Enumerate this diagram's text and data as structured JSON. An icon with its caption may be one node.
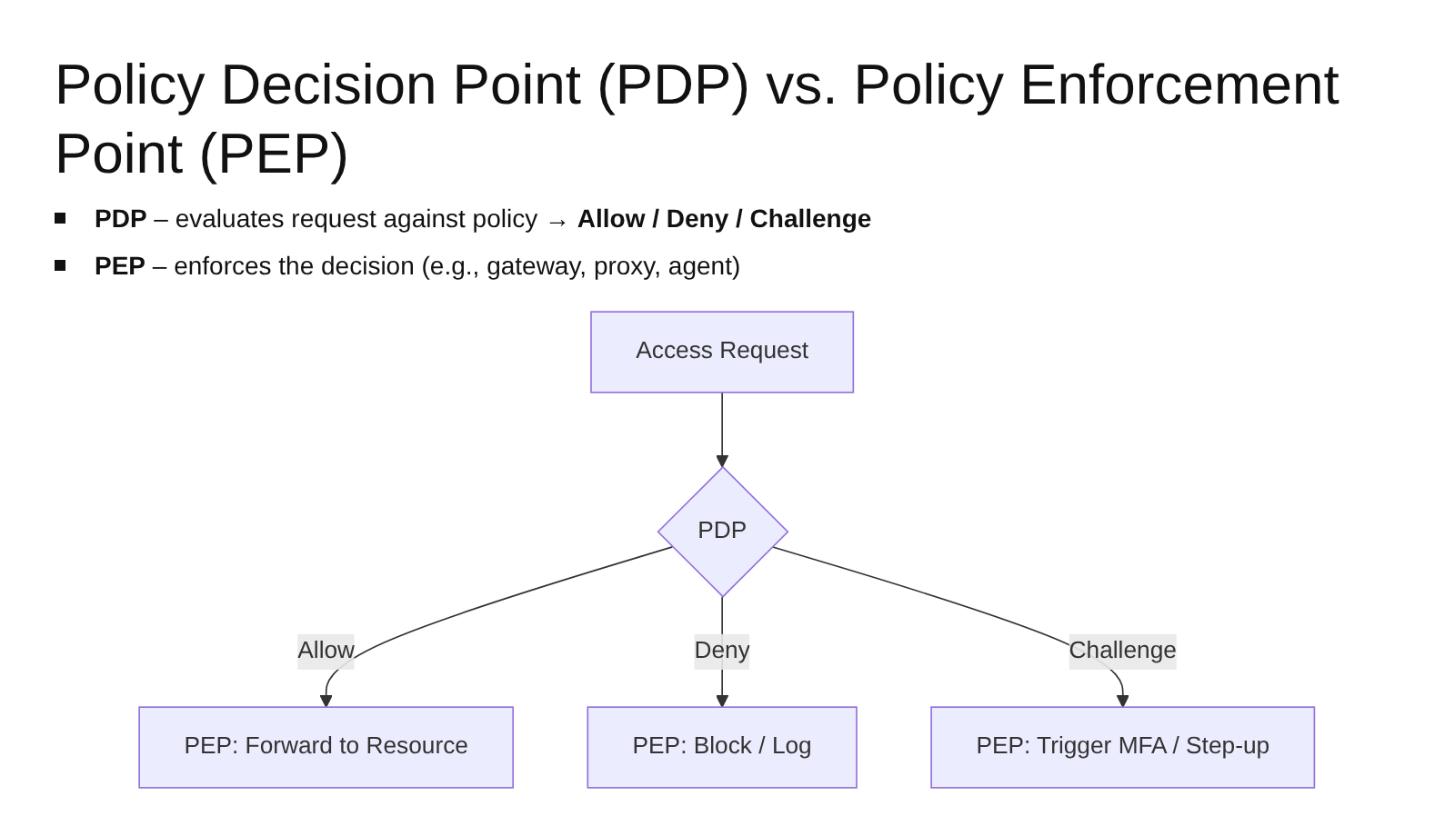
{
  "diagram": {
    "title": "Policy Decision Point (PDP) vs. Policy Enforcement Point (PEP)",
    "nodes": [
      {
        "text": [
          "Access Request"
        ]
      },
      {
        "text": [
          "PDP"
        ]
      },
      {
        "text": [
          "PEP: Forward to Resource"
        ]
      },
      {
        "text": [
          "PEP: Block / Log"
        ]
      },
      {
        "text": [
          "PEP: Trigger MFA / Step-up"
        ]
      }
    ],
    "edges": [
      {
        "from": 0,
        "to": 1,
        "arrow": "to"
      },
      {
        "from": 1,
        "to": 2,
        "arrow": "to",
        "label": "Allow"
      },
      {
        "from": 1,
        "to": 3,
        "arrow": "to",
        "label": "Deny"
      },
      {
        "from": 1,
        "to": 4,
        "arrow": "to",
        "label": "Challenge"
      }
    ],
    "labels": [
      "**PDP** – evaluates request against policy → **Allow / Deny / Challenge**",
      "**PEP** – enforces the decision (e.g., gateway, proxy, agent)"
    ]
  }
}
